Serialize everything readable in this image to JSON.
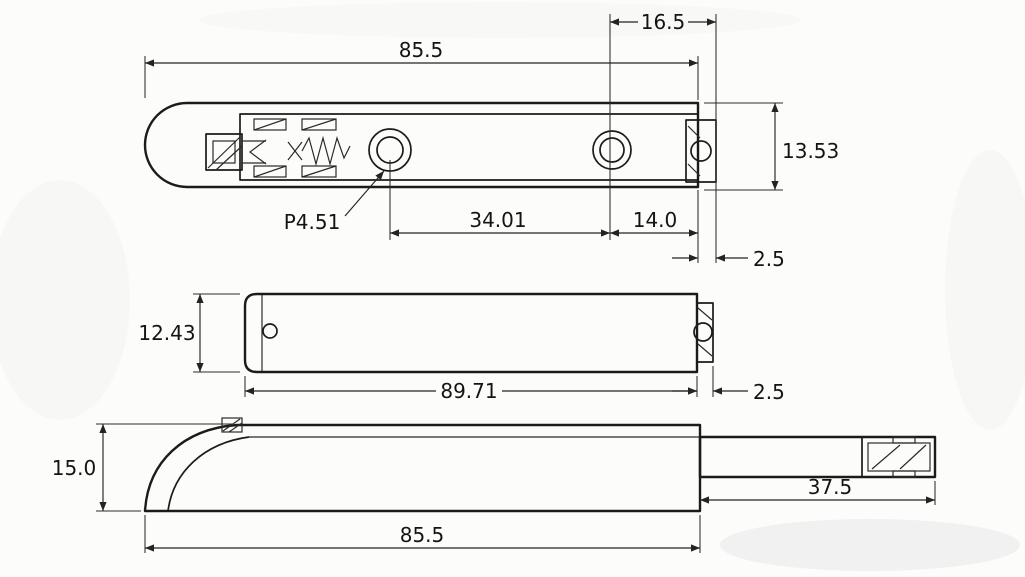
{
  "dims": {
    "top": {
      "overall_width": "85.5",
      "right_offset": "16.5",
      "body_height": "13.53",
      "hole_diameter": "P4.51",
      "hole_spacing": "34.01",
      "hole_to_edge": "14.0",
      "cap_thickness": "2.5"
    },
    "side": {
      "body_height": "12.43",
      "body_length": "89.71",
      "cap_thickness": "2.5"
    },
    "front": {
      "body_height": "15.0",
      "plunger_length": "37.5",
      "overall_width": "85.5"
    }
  }
}
